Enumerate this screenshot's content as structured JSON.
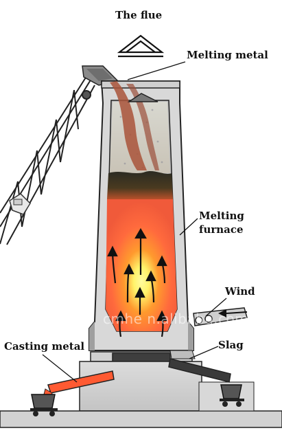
{
  "labels": {
    "flue": "The flue",
    "melting_metal": "Melting metal",
    "melting_furnace_line1": "Melting",
    "melting_furnace_line2": "furnace",
    "wind": "Wind",
    "slag": "Slag",
    "casting_metal": "Casting metal"
  },
  "watermark": "cmhe    n.alibaba.com",
  "colors": {
    "flame_core": "#fff36a",
    "flame_mid": "#ff9a2e",
    "flame_outer": "#ff5a3a",
    "furnace_wall": "#d9d9d9",
    "coke_bed": "#3b3b2e",
    "molten": "#ff5a32",
    "outline": "#222222"
  }
}
